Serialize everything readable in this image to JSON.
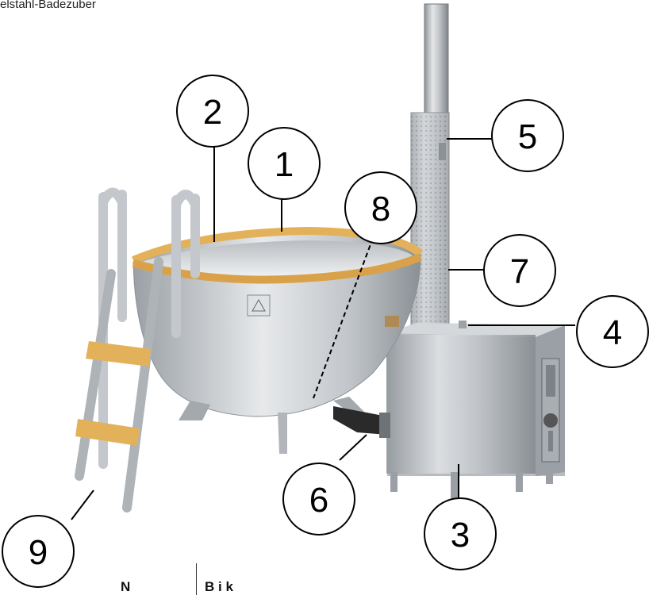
{
  "document": {
    "title": "elstahl-Badezuber",
    "table_headers": [
      "N",
      "B  i  k"
    ]
  },
  "callouts": [
    {
      "number": "1"
    },
    {
      "number": "2"
    },
    {
      "number": "3"
    },
    {
      "number": "4"
    },
    {
      "number": "5"
    },
    {
      "number": "6"
    },
    {
      "number": "7"
    },
    {
      "number": "8"
    },
    {
      "number": "9"
    }
  ],
  "colors": {
    "steel": "#c9cdd1",
    "steel_dark": "#8c9196",
    "wood": "#e3b15a",
    "hose": "#2a2a2a"
  }
}
